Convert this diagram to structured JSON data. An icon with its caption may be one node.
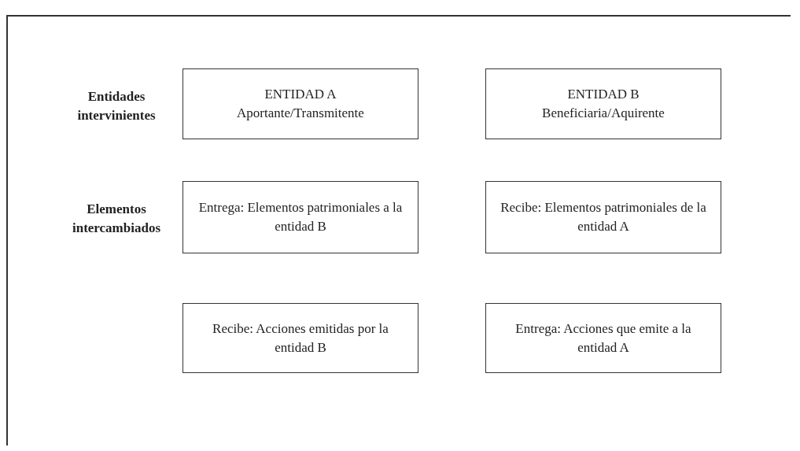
{
  "diagram": {
    "nodes": [
      {
        "text": [
          "ENTIDAD A",
          "Aportante/Transmitente"
        ]
      },
      {
        "text": [
          "ENTIDAD B",
          "Beneficiaria/Aquirente"
        ]
      },
      {
        "text": [
          "Entrega: Elementos patrimoniales a la entidad B"
        ]
      },
      {
        "text": [
          "Recibe: Elementos patrimoniales de la entidad A"
        ]
      },
      {
        "text": [
          "Recibe: Acciones emitidas por la entidad B"
        ]
      },
      {
        "text": [
          "Entrega: Acciones que emite a la entidad A"
        ]
      }
    ],
    "labels": [
      "Entidades intervinientes",
      "Elementos intercambiados"
    ]
  }
}
